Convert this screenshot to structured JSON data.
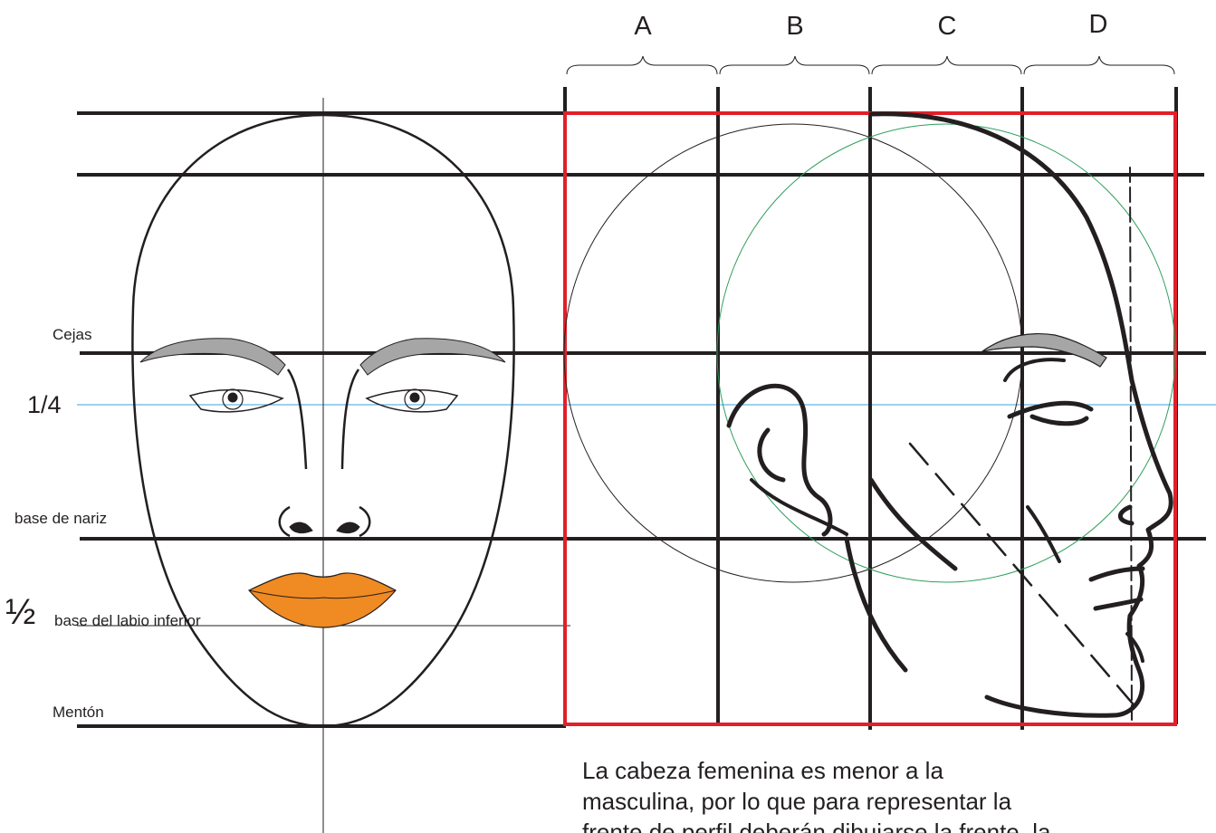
{
  "labels": {
    "cejas": "Cejas",
    "quarter": "1/4",
    "base_nariz": "base de nariz",
    "half_symbol": "½",
    "base_labio": "base del labio inferior",
    "menton": "Mentón"
  },
  "columns": [
    "A",
    "B",
    "C",
    "D"
  ],
  "caption": {
    "line1": "La cabeza femenina es menor a la",
    "line2": "masculina, por lo que para representar la",
    "line3": "frente de perfil deberán dibujarse la frente, la"
  },
  "colors": {
    "guide_lines": "#231f20",
    "frame": "#e0202a",
    "quarter_line": "#3aa3dc",
    "circle_green": "#2e9e5b",
    "brows": "#a6a6a6",
    "lips": "#f08a22"
  }
}
